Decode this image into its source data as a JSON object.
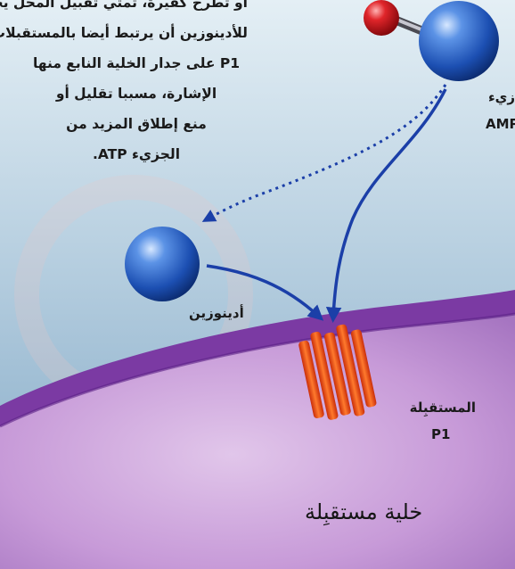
{
  "colors": {
    "background_top": "#dbe9f1",
    "background_bottom": "#8fb3cf",
    "cell_membrane": "#7b3aa3",
    "cell_interior": "#c79ad8",
    "molecule_blue": "#1c5fc4",
    "oxygen_red": "#d9121a",
    "receptor_orange": "#ee4a16",
    "arrow": "#1b3fa8"
  },
  "description_lines": [
    "أو تطرح كفيرة، تمثي تقبيل المحل يحسن",
    "للأدينوزين أن يرتبط أيضا بالمستقبلات",
    "P1 على جدار الخلية النابع منها",
    "الإشارة، مسببا تقليل أو",
    "منع إطلاق المزيد من",
    "الجزيء ATP."
  ],
  "labels": {
    "amp_molecule_line1": "زيء",
    "amp_molecule_line2": "AMP",
    "adenosine": "أدينوزين",
    "receptor_line1": "المستقبِلة",
    "receptor_line2": "P1",
    "receiving_cell": "خلية مستقبِلة"
  },
  "icons": {
    "amp_molecule": "amp-molecule-icon",
    "adenosine": "adenosine-sphere-icon",
    "receptor": "p1-receptor-icon"
  }
}
